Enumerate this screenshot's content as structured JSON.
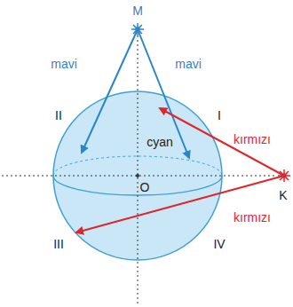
{
  "diagram": {
    "labels": [
      "M",
      "mavi",
      "mavi",
      "II",
      "I",
      "cyan",
      "kırmızı",
      "O",
      "K",
      "kırmızı",
      "III",
      "IV"
    ]
  }
}
